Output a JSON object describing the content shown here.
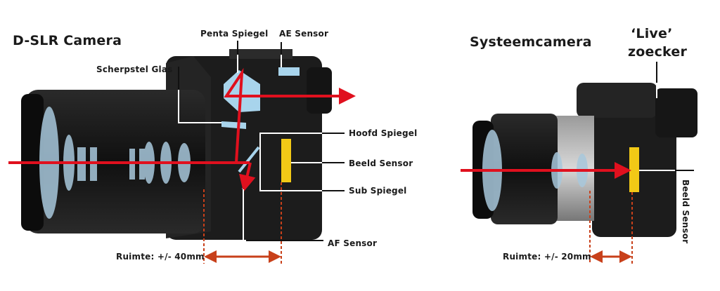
{
  "dslr": {
    "title": "D-SLR Camera",
    "labels": {
      "penta_spiegel": "Penta Spiegel",
      "ae_sensor": "AE Sensor",
      "scherpstel_glas": "Scherpstel Glas",
      "hoofd_spiegel": "Hoofd Spiegel",
      "beeld_sensor": "Beeld Sensor",
      "sub_spiegel": "Sub Spiegel",
      "af_sensor": "AF Sensor"
    },
    "spacing": "Ruimte: +/- 40mm"
  },
  "mirrorless": {
    "title": "Systeemcamera",
    "live_line1": "‘Live’",
    "live_line2": "zoecker",
    "beeld_sensor": "Beeld Sensor",
    "spacing": "Ruimte: +/- 20mm"
  },
  "colors": {
    "light_ray": "#e0101e",
    "sensor": "#f2c916",
    "mirror": "#a8d4ec",
    "dimension": "#c8401a"
  }
}
